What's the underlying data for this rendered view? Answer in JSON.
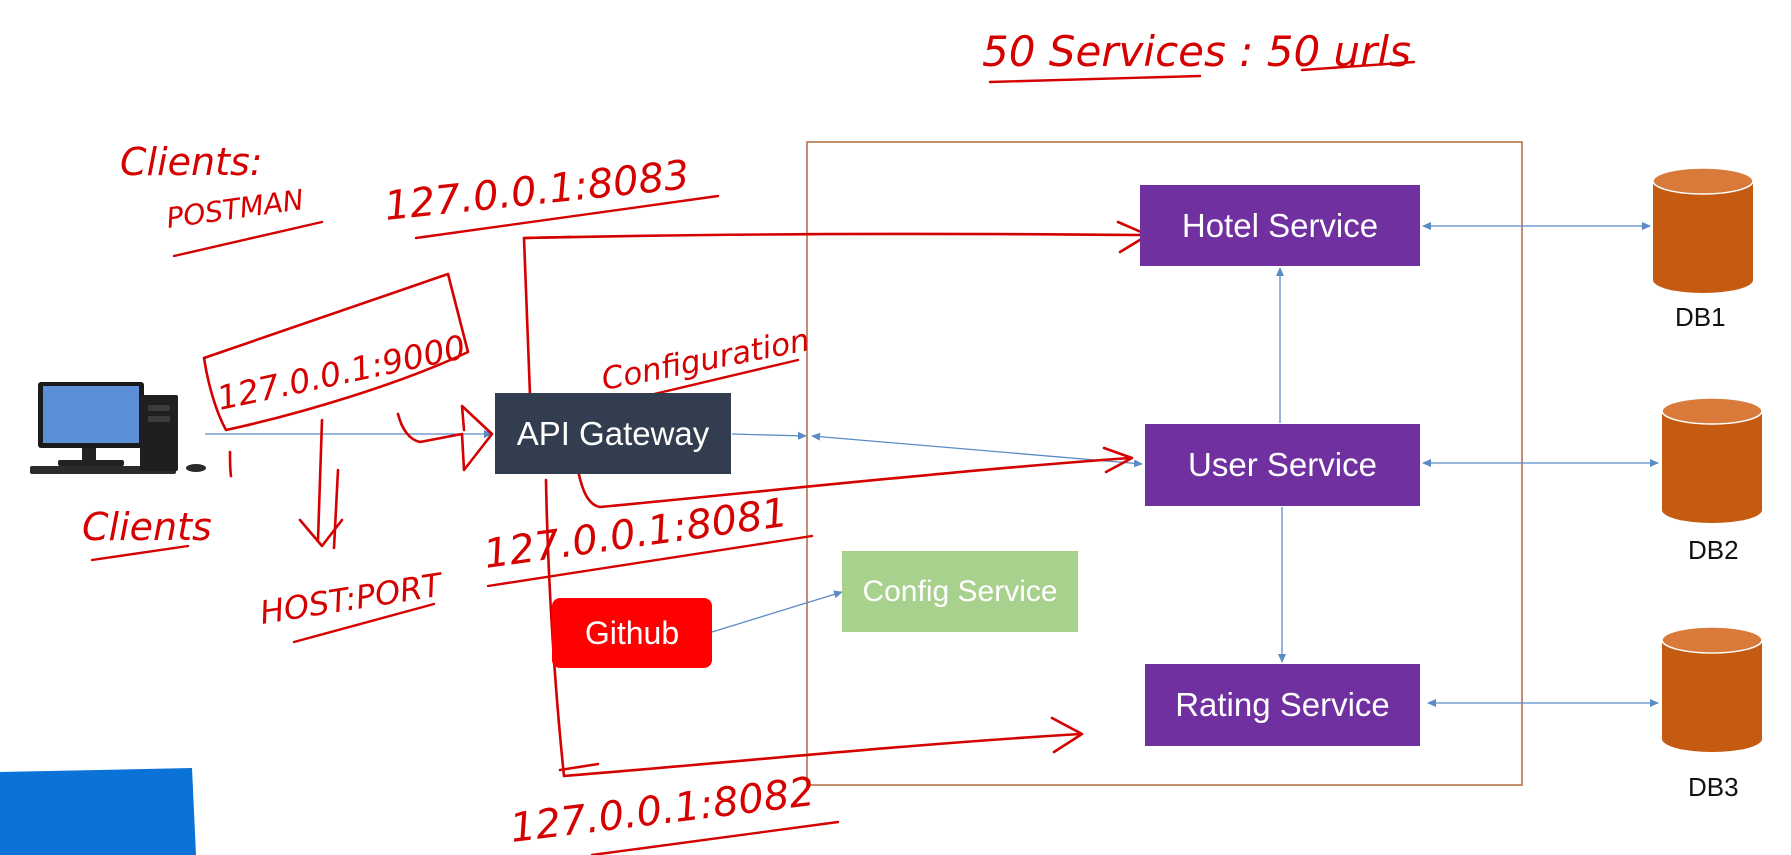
{
  "nodes": {
    "api_gateway": "API Gateway",
    "hotel_service": "Hotel Service",
    "user_service": "User Service",
    "rating_service": "Rating Service",
    "config_service": "Config Service",
    "github": "Github"
  },
  "databases": [
    "DB1",
    "DB2",
    "DB3"
  ],
  "annotations": {
    "services_note": "50 Services : 50 urls",
    "clients_title": "Clients:",
    "clients_tool": "POSTMAN",
    "clients_label": "Clients",
    "gateway_address": "127.0.0.1:9000",
    "host_port": "HOST:PORT",
    "configuration": "Configuration",
    "hotel_url": "127.0.0.1:8083",
    "user_url": "127.0.0.1:8081",
    "rating_url": "127.0.0.1:8082"
  },
  "colors": {
    "service_fill": "#7030a0",
    "gateway_fill": "#323e4f",
    "github_fill": "#ff0000",
    "config_fill": "#a9d18e",
    "database_fill": "#c55a11",
    "connector": "#5b8bc5",
    "handwriting": "#d50000",
    "boundary": "#b5734a"
  }
}
